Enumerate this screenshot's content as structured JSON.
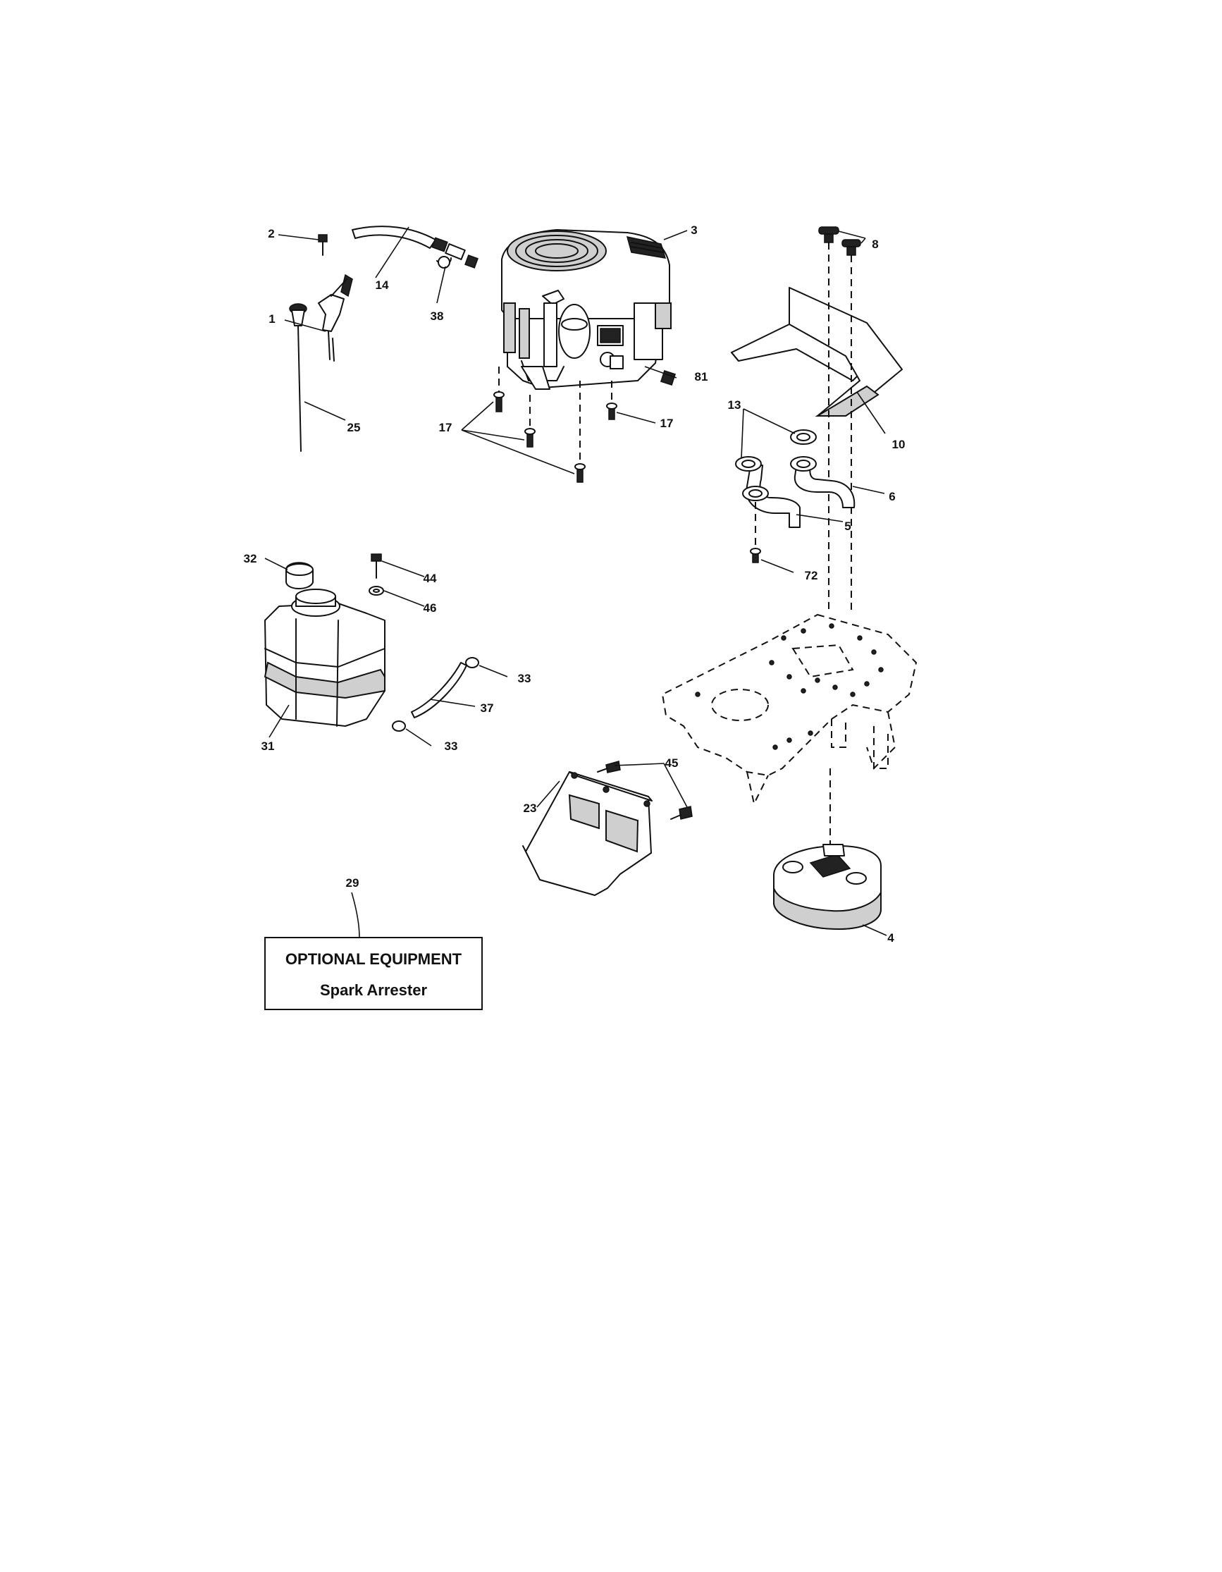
{
  "callouts": [
    {
      "id": "1",
      "label": "1"
    },
    {
      "id": "2",
      "label": "2"
    },
    {
      "id": "3",
      "label": "3"
    },
    {
      "id": "4",
      "label": "4"
    },
    {
      "id": "5",
      "label": "5"
    },
    {
      "id": "6",
      "label": "6"
    },
    {
      "id": "8",
      "label": "8"
    },
    {
      "id": "10",
      "label": "10"
    },
    {
      "id": "13",
      "label": "13"
    },
    {
      "id": "14",
      "label": "14"
    },
    {
      "id": "17a",
      "label": "17"
    },
    {
      "id": "17b",
      "label": "17"
    },
    {
      "id": "23",
      "label": "23"
    },
    {
      "id": "25",
      "label": "25"
    },
    {
      "id": "29",
      "label": "29"
    },
    {
      "id": "31",
      "label": "31"
    },
    {
      "id": "32",
      "label": "32"
    },
    {
      "id": "33a",
      "label": "33"
    },
    {
      "id": "33b",
      "label": "33"
    },
    {
      "id": "37",
      "label": "37"
    },
    {
      "id": "38",
      "label": "38"
    },
    {
      "id": "44",
      "label": "44"
    },
    {
      "id": "45",
      "label": "45"
    },
    {
      "id": "46",
      "label": "46"
    },
    {
      "id": "72",
      "label": "72"
    },
    {
      "id": "81",
      "label": "81"
    }
  ],
  "optional_box": {
    "title": "OPTIONAL EQUIPMENT",
    "subtitle": "Spark Arrester"
  }
}
